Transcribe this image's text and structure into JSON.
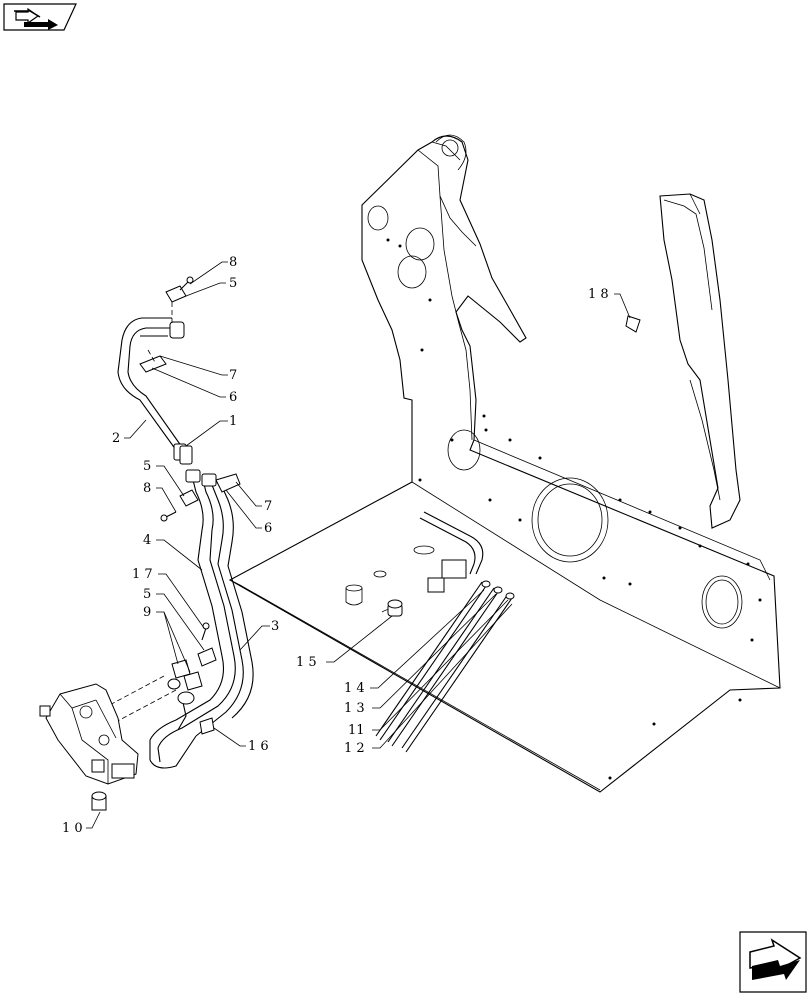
{
  "navigation": {
    "prev_icon": "previous-page-arrow-icon",
    "next_icon": "next-page-arrow-icon"
  },
  "callouts": {
    "c1": "1",
    "c2": "2",
    "c3": "3",
    "c4": "4",
    "c5a": "5",
    "c5b": "5",
    "c5c": "5",
    "c6a": "6",
    "c6b": "6",
    "c7a": "7",
    "c7b": "7",
    "c8a": "8",
    "c8b": "8",
    "c9": "9",
    "c10": "1 0",
    "c11": "11",
    "c12": "1 2",
    "c13": "1 3",
    "c14": "1 4",
    "c15": "1 5",
    "c16": "1 6",
    "c17": "1 7",
    "c18": "1 8"
  }
}
